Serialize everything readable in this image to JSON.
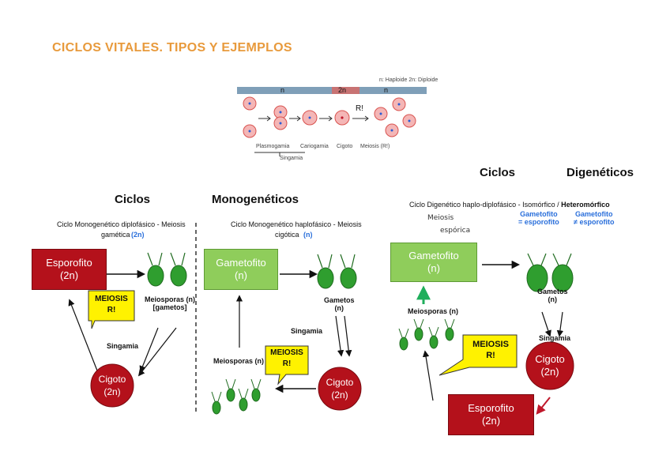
{
  "page": {
    "title": "CICLOS VITALES. TIPOS Y EJEMPLOS"
  },
  "top_diagram": {
    "legend": "n: Haploide   2n: Diploide",
    "bar_n1": "n",
    "bar_2n": "2n",
    "bar_n2": "n",
    "ri": "R!",
    "labels": [
      "Plasmogamia",
      "Cariogamia",
      "Cigoto",
      "Meiosis (R!)"
    ],
    "singamia": "Singamia"
  },
  "left_panel": {
    "heading_ciclos": "Ciclos",
    "heading_mono": "Monogenéticos",
    "cycle1": {
      "caption_line1": "Ciclo Monogenético diplofásico - Meiosis",
      "caption_line2": "gamética",
      "note": "(2n)",
      "esporofito_name": "Esporofito",
      "esporofito_ploidy": "(2n)",
      "meiosis_line1": "MEIOSIS",
      "meiosis_line2": "R!",
      "meiosporas_line1": "Meiosporas (n)",
      "meiosporas_line2": "[gametos]",
      "singamia": "Singamia",
      "cigoto_name": "Cigoto",
      "cigoto_ploidy": "(2n)"
    },
    "cycle2": {
      "caption_line1": "Ciclo Monogenético haplofásico - Meiosis",
      "caption_line2": "cigótica",
      "note": "(n)",
      "gametofito_name": "Gametofito",
      "gametofito_ploidy": "(n)",
      "gametos_line1": "Gametos",
      "gametos_line2": "(n)",
      "singamia": "Singamia",
      "meiosporas": "Meiosporas (n)",
      "meiosis_line1": "MEIOSIS",
      "meiosis_line2": "R!",
      "cigoto_name": "Cigoto",
      "cigoto_ploidy": "(2n)"
    }
  },
  "right_panel": {
    "heading_ciclos": "Ciclos",
    "heading_dig": "Digenéticos",
    "caption": "Ciclo Digenético haplo-diplofásico - Isomórfico /",
    "caption_hetero": "Heteromórfico",
    "hand_meiosis": "Meiosis",
    "hand_esporica": "espórica",
    "note1_line1": "Gametofito",
    "note1_line2": "= esporofito",
    "note2_line1": "Gametofito",
    "note2_line2": "≠ esporofito",
    "gametofito_name": "Gametofito",
    "gametofito_ploidy": "(n)",
    "gametos_line1": "Gametos",
    "gametos_line2": "(n)",
    "meiosporas": "Meiosporas (n)",
    "meiosis_line1": "MEIOSIS",
    "meiosis_line2": "R!",
    "singamia": "Singamia",
    "cigoto_name": "Cigoto",
    "cigoto_ploidy": "(2n)",
    "esporofito_name": "Esporofito",
    "esporofito_ploidy": "(2n)"
  },
  "colors": {
    "title": "#e89a3c",
    "red_box": "#b4111b",
    "green_box": "#8fcd5b",
    "cell_green": "#2f9e2f",
    "bubble": "#fff200",
    "bar_blue": "#7f9fb8",
    "bar_red": "#c87373",
    "note_blue": "#2a6fdb"
  }
}
